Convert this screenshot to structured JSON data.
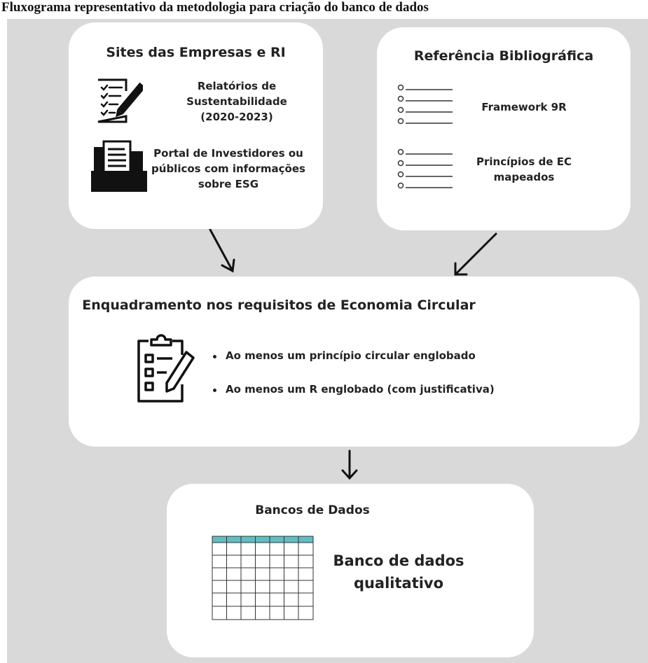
{
  "caption": "Fluxograma representativo da metodologia para criação do banco de dados",
  "sites_box": {
    "title": "Sites das Empresas e RI",
    "item1": "Relatórios de Sustentabilidade (2020-2023)",
    "item2": "Portal de Investidores ou públicos com informações sobre ESG"
  },
  "ref_box": {
    "title": "Referência Bibliográfica",
    "item1": "Framework 9R",
    "item2": "Princípios de EC mapeados"
  },
  "enq_box": {
    "title": "Enquadramento nos requisitos de Economia Circular",
    "bullets": [
      "Ao menos um princípio circular englobado",
      "Ao menos um R englobado (com justificativa)"
    ]
  },
  "db_box": {
    "title": "Bancos de Dados",
    "label": "Banco de dados qualitativo"
  },
  "icons": [
    "checklist-pen-icon",
    "folder-document-icon",
    "list-icon",
    "clipboard-checklist-icon",
    "spreadsheet-icon",
    "arrow-down-icon"
  ],
  "colors": {
    "background": "#d9d9d9",
    "box": "#ffffff",
    "table_header": "#5dbfc4"
  }
}
